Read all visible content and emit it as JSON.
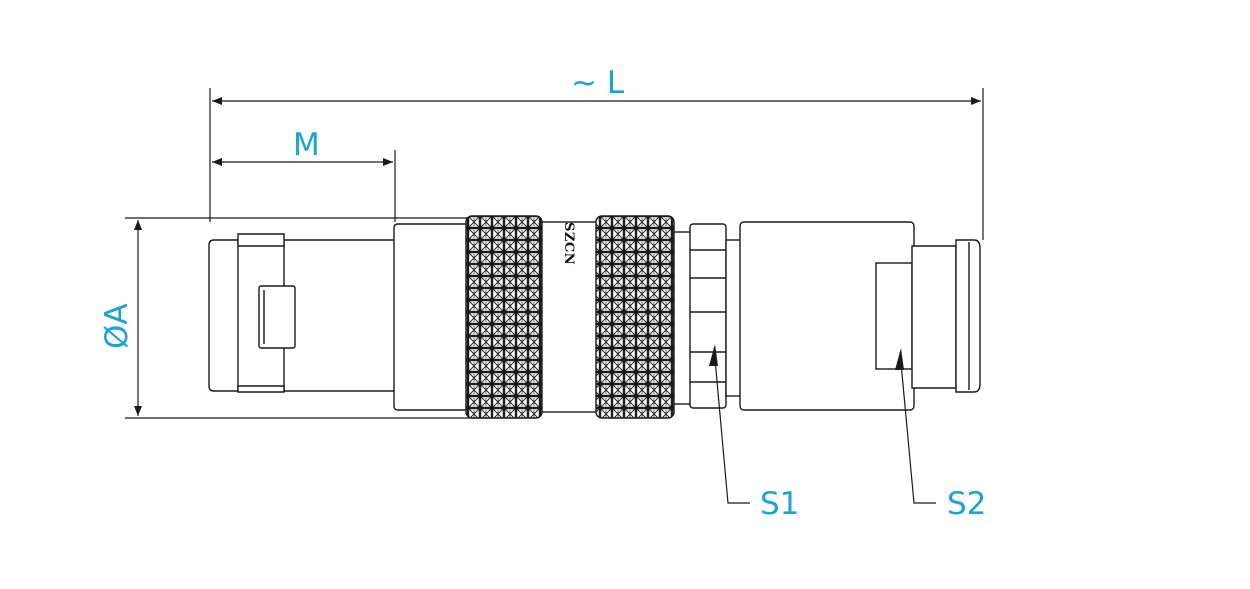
{
  "colors": {
    "dimension": "#1aa3d9",
    "outline": "#1a1a1a",
    "background": "#ffffff"
  },
  "labels": {
    "length": "~ L",
    "front_length": "M",
    "diameter": "ØA",
    "spanner1": "S1",
    "spanner2": "S2"
  },
  "brand_text": "SZCN"
}
